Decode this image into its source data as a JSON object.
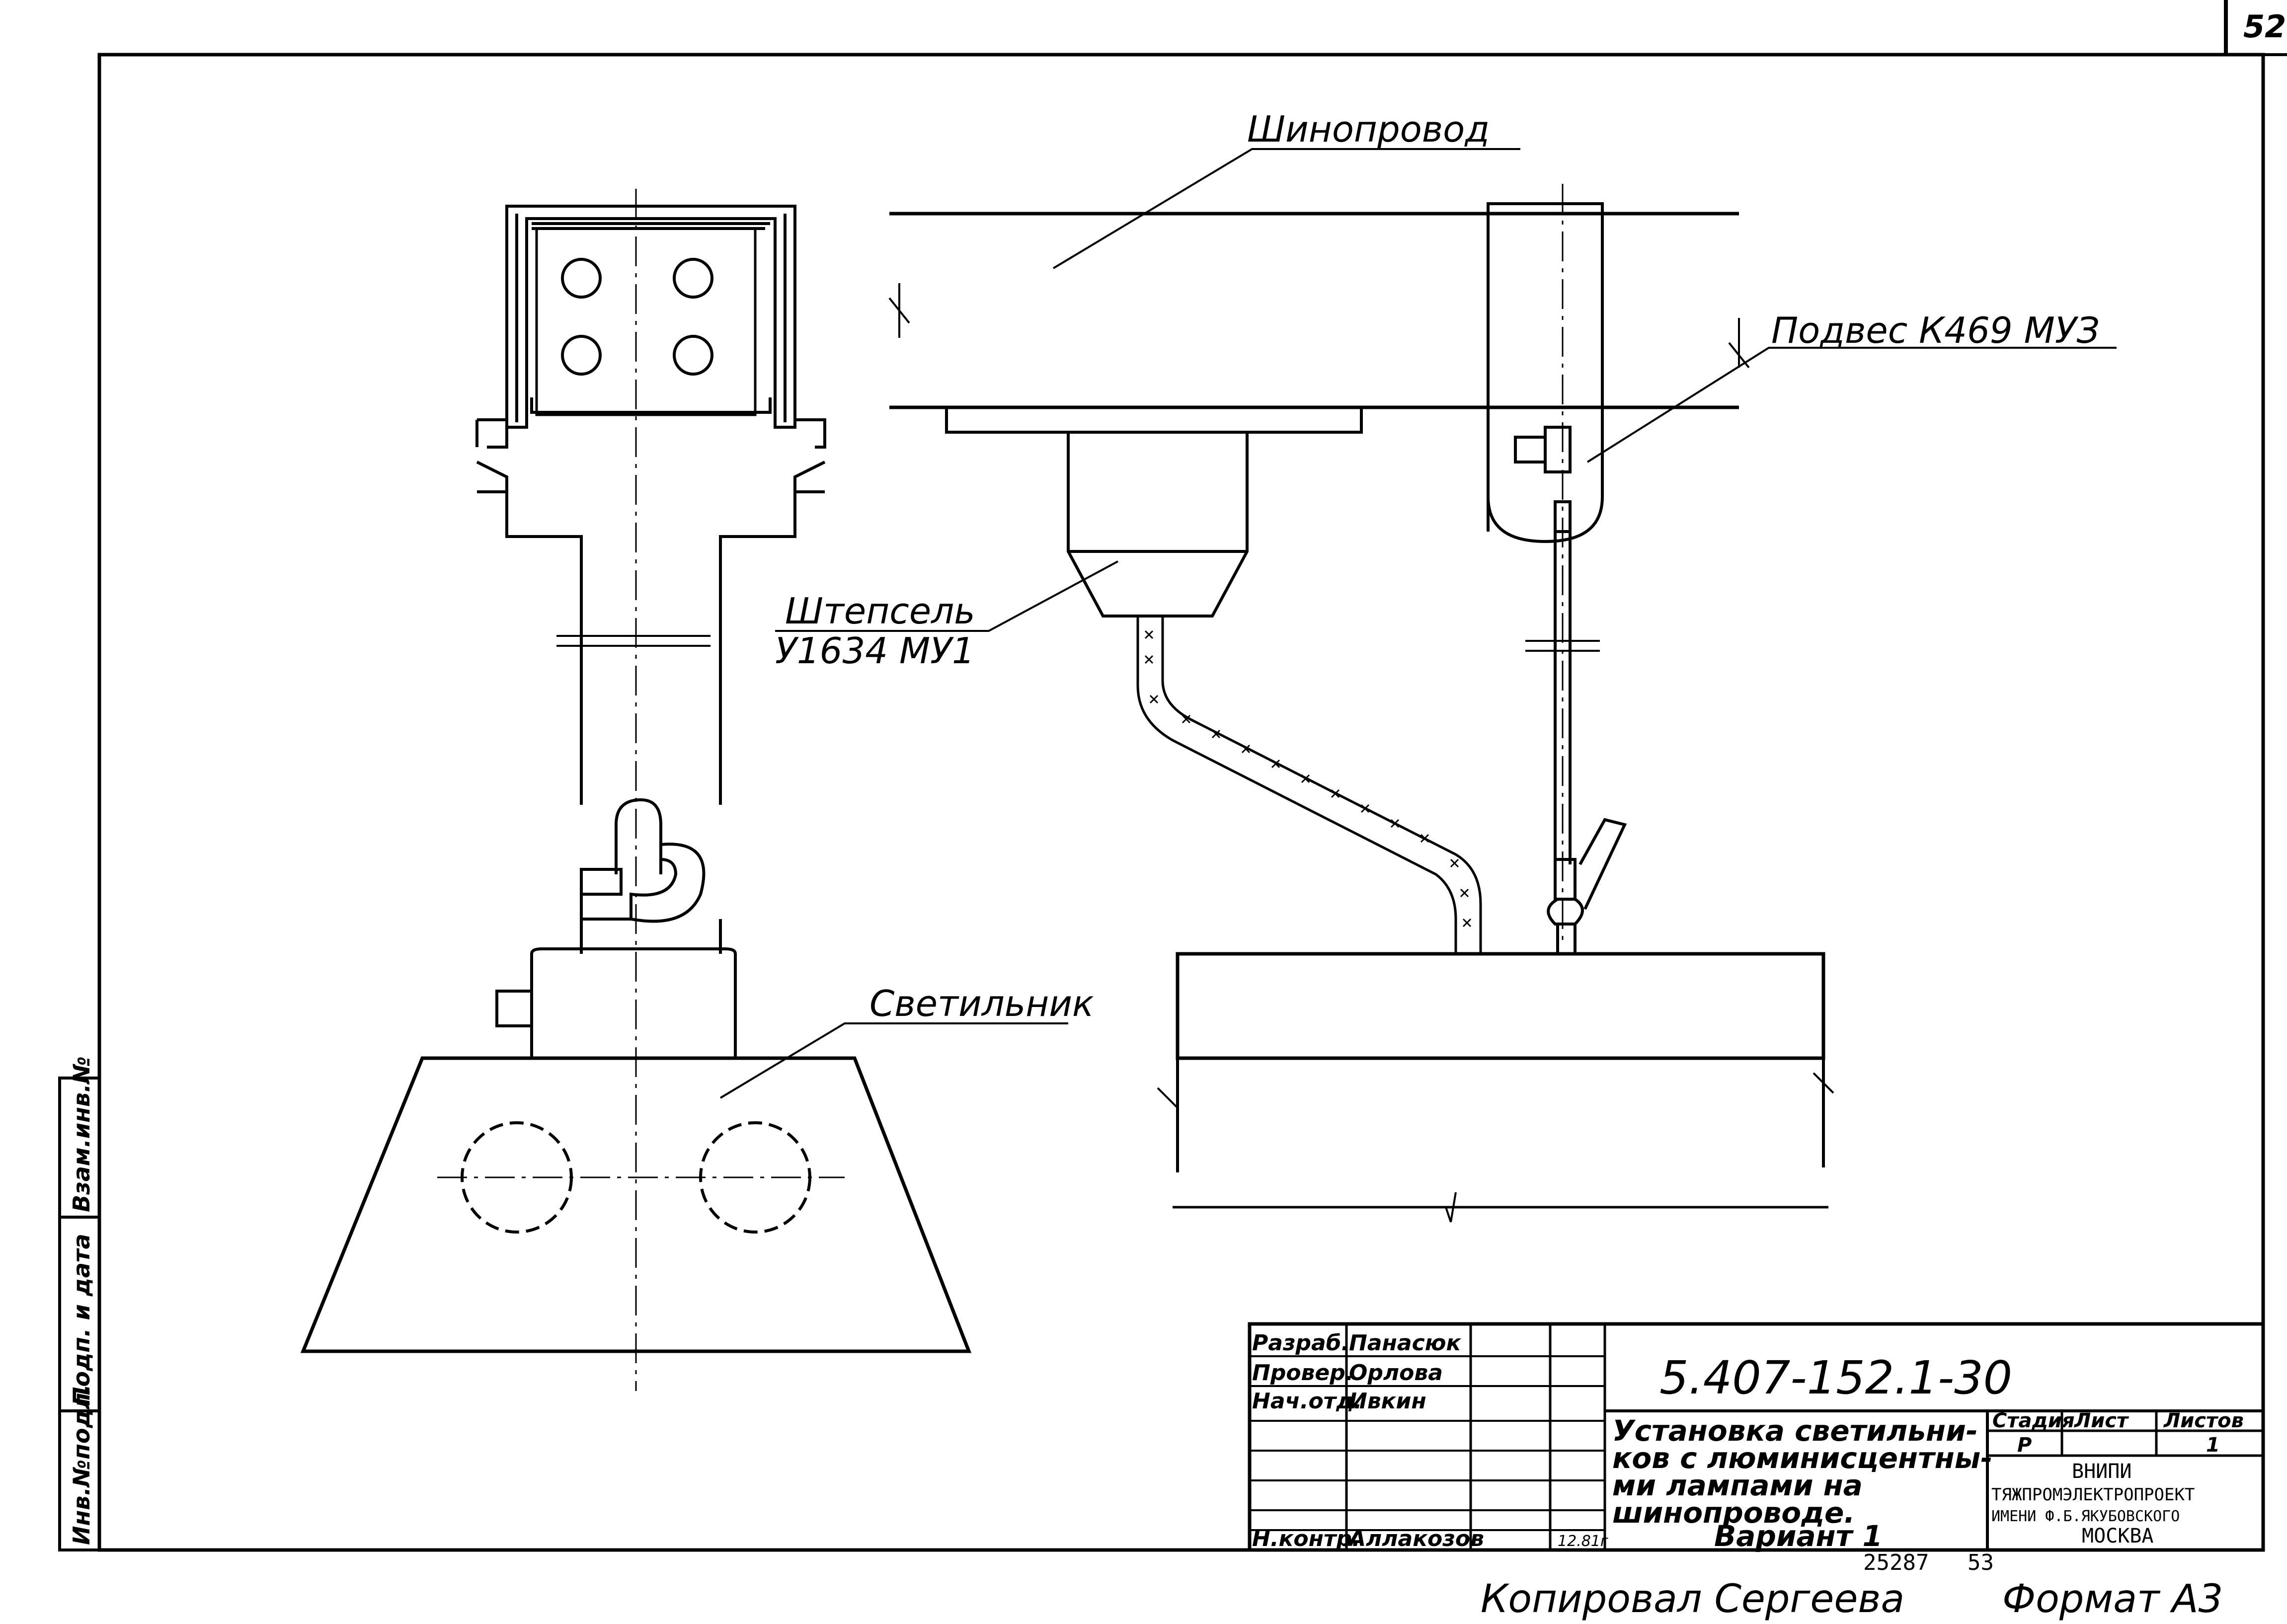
{
  "sheet": {
    "page_number": "52",
    "format_label": "Формат А3",
    "copied_by": "Копировал Сергеева",
    "archive_number": "25287",
    "archive_sheet": "53"
  },
  "labels": {
    "busbar": "Шинопровод",
    "hanger": "Подвес К469 МУЗ",
    "plug_line1": "Штепсель",
    "plug_line2": "У1634 МУ1",
    "luminaire": "Светильник"
  },
  "side_stamp": [
    "Инв.№подл.",
    "Подп. и дата",
    "Взам.инв.№"
  ],
  "title_block": {
    "designation": "5.407-152.1-30",
    "title_lines": [
      "Установка светильни-",
      "ков с люминисцентны-",
      "ми лампами на",
      "шинопроводе.",
      "Вариант 1"
    ],
    "roles": [
      {
        "role": "Разраб.",
        "name": "Панасюк"
      },
      {
        "role": "Провер.",
        "name": "Орлова"
      },
      {
        "role": "Нач.отд.",
        "name": "Ивкин"
      },
      {
        "role": "",
        "name": ""
      },
      {
        "role": "",
        "name": ""
      },
      {
        "role": "",
        "name": ""
      },
      {
        "role": "Н.контр.",
        "name": "Аллакозов",
        "date": "12.81г"
      }
    ],
    "stage_header": "Стадия",
    "sheet_header": "Лист",
    "sheets_header": "Листов",
    "stage_value": "Р",
    "sheet_value": "",
    "sheets_value": "1",
    "org_lines": [
      "ВНИПИ",
      "ТЯЖПРОМЭЛЕКТРОПРОЕКТ",
      "ИМЕНИ Ф.Б.ЯКУБОВСКОГО",
      "МОСКВА"
    ]
  }
}
